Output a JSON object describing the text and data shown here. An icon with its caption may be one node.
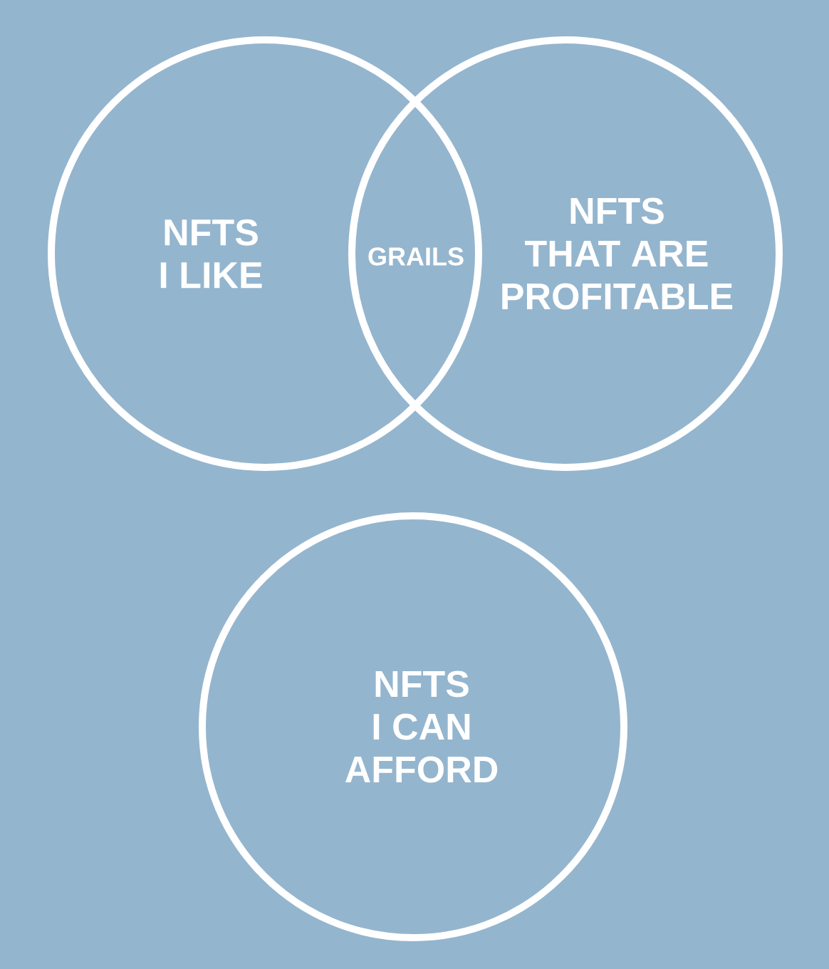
{
  "diagram": {
    "nodes": [
      {
        "text": [
          "NFTS I LIKE"
        ]
      },
      {
        "text": [
          "NFTS THAT ARE PROFITABLE"
        ]
      },
      {
        "text": [
          "NFTS I CAN AFFORD"
        ]
      }
    ],
    "labels": [
      "GRAILS"
    ]
  }
}
